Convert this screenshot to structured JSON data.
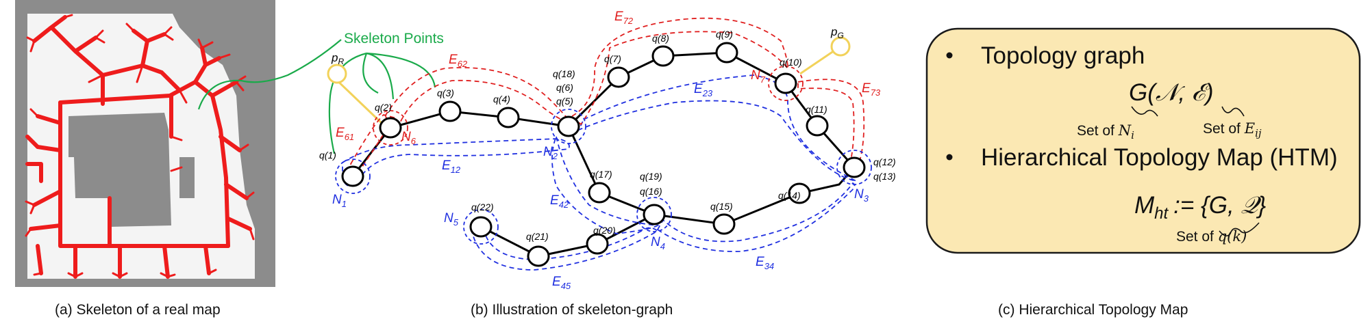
{
  "panel_a": {
    "callout": "Skeleton Points",
    "caption": "(a) Skeleton of a real map"
  },
  "panel_b": {
    "caption": "(b) Illustration of skeleton-graph",
    "start": "p",
    "start_sub": "R",
    "goal": "p",
    "goal_sub": "G",
    "nodes": [
      {
        "label": "N",
        "sub": "1"
      },
      {
        "label": "N",
        "sub": "2"
      },
      {
        "label": "N",
        "sub": "3"
      },
      {
        "label": "N",
        "sub": "4"
      },
      {
        "label": "N",
        "sub": "5"
      },
      {
        "label": "N",
        "sub": "6"
      },
      {
        "label": "N",
        "sub": "7"
      }
    ],
    "edges": [
      {
        "label": "E",
        "sub": "12"
      },
      {
        "label": "E",
        "sub": "23"
      },
      {
        "label": "E",
        "sub": "34"
      },
      {
        "label": "E",
        "sub": "42"
      },
      {
        "label": "E",
        "sub": "45"
      },
      {
        "label": "E",
        "sub": "61"
      },
      {
        "label": "E",
        "sub": "62"
      },
      {
        "label": "E",
        "sub": "72"
      },
      {
        "label": "E",
        "sub": "73"
      }
    ],
    "q_labels": [
      "q(1)",
      "q(2)",
      "q(3)",
      "q(4)",
      "q(18)",
      "q(6)",
      "q(5)",
      "q(7)",
      "q(8)",
      "q(9)",
      "q(10)",
      "q(11)",
      "q(12)",
      "q(13)",
      "q(14)",
      "q(15)",
      "q(19)",
      "q(16)",
      "q(17)",
      "q(20)",
      "q(21)",
      "q(22)"
    ]
  },
  "panel_c": {
    "caption": "(c) Hierarchical Topology Map",
    "bullet1": "Topology graph",
    "graph_formula": "G(𝒩, ℰ)",
    "set_label": "Set of",
    "set_n": "N",
    "set_n_sub": "i",
    "set_e": "E",
    "set_e_sub": "ij",
    "bullet2": "Hierarchical Topology Map (HTM)",
    "htm_lhs": "M",
    "htm_sub": "ht",
    "htm_rhs": ":= {G, 𝒬}",
    "set_q": "q(k)"
  },
  "colors": {
    "map_bg": "#8c8c8c",
    "skeleton": "#ee1c1c",
    "callout": "#1aaa4a",
    "node_stroke": "#000000",
    "blue": "#1f2fe0",
    "red": "#e01f1f",
    "pin": "#f2d25a",
    "box_fill": "#fbe8b3",
    "box_stroke": "#1a1a1a"
  }
}
